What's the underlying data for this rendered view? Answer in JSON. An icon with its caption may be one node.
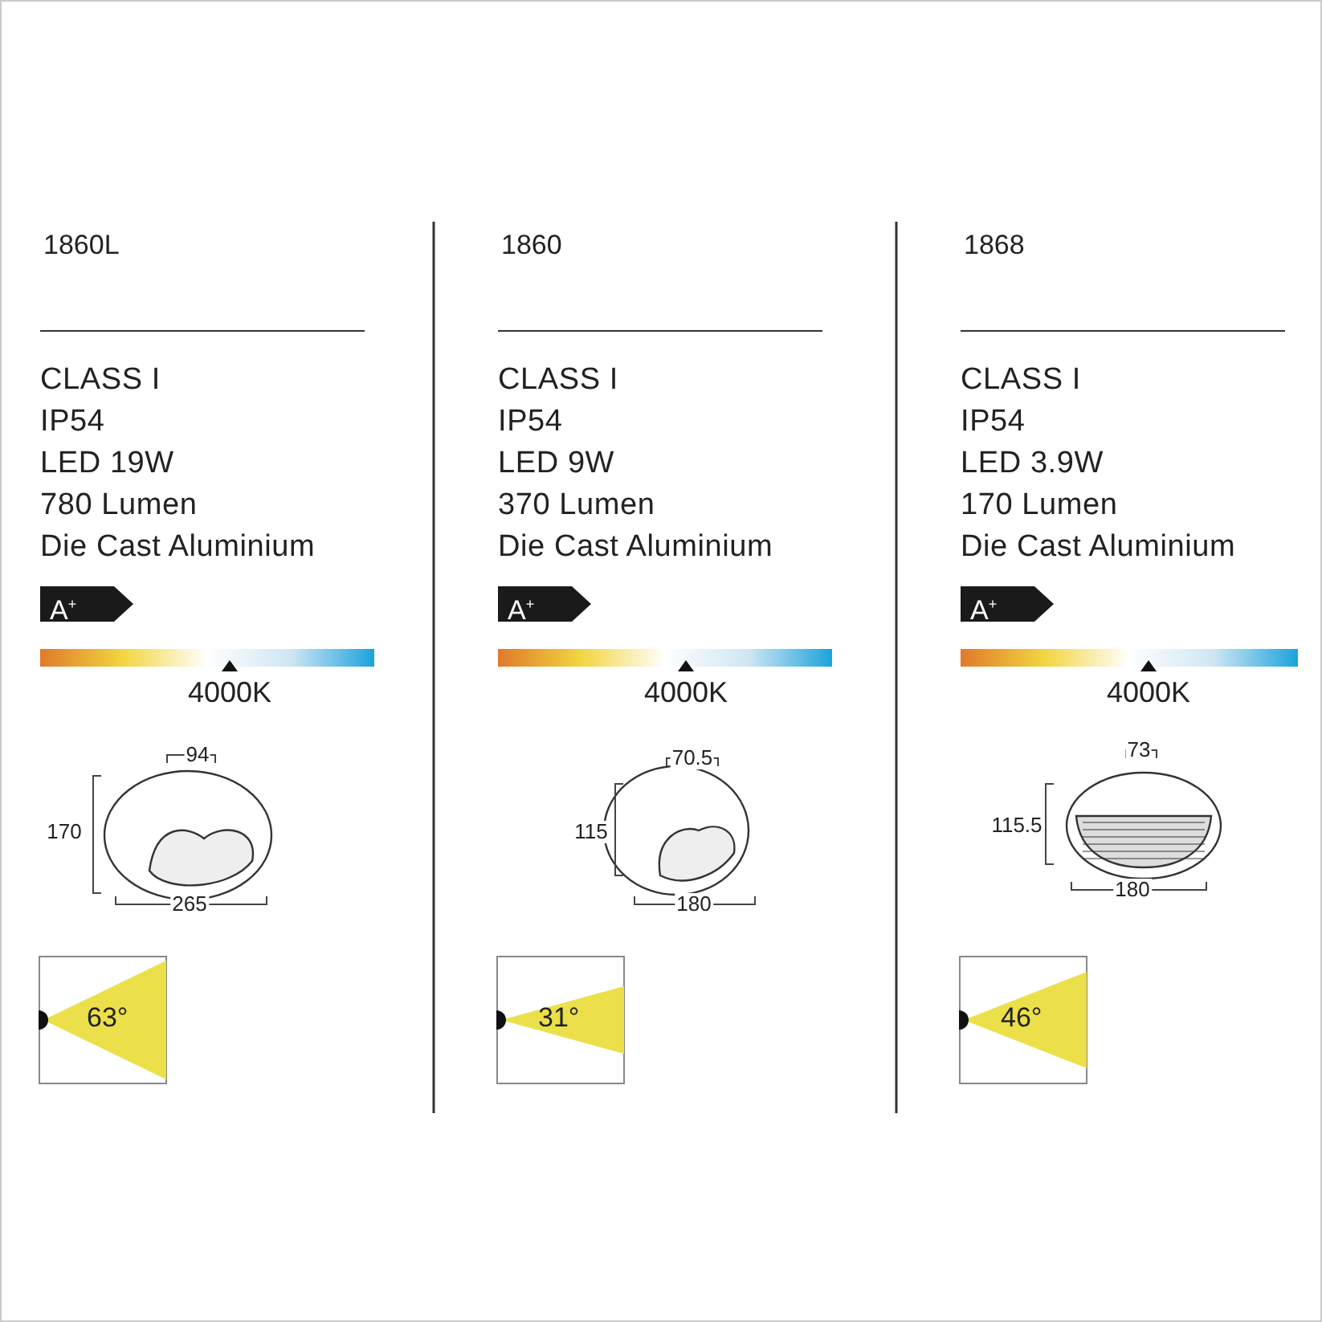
{
  "diagram": {
    "nodes": [
      {
        "text": [
          "A$^{+}$"
        ]
      },
      {
        "text": [
          "63°"
        ]
      },
      {
        "text": [
          "A$^{+}$"
        ]
      },
      {
        "text": [
          "31°"
        ]
      },
      {
        "text": [
          "A$^{+}$"
        ]
      },
      {
        "text": [
          "46°"
        ]
      }
    ],
    "edges": [],
    "labels": [
      "1860L",
      "CLASS I",
      "IP54",
      "LED 19W",
      "780 Lumen",
      "Die Cast Aluminium",
      "4000K",
      "94",
      "170",
      "265",
      "1860",
      "CLASS I",
      "IP54",
      "LED 9W",
      "370 Lumen",
      "Die Cast Aluminium",
      "4000K",
      "70.5",
      "115",
      "180",
      "1868",
      "CLASS I",
      "IP54",
      "LED 3.9W",
      "170 Lumen",
      "Die Cast Aluminium",
      "4000K",
      "73",
      "115.5",
      "180"
    ]
  }
}
